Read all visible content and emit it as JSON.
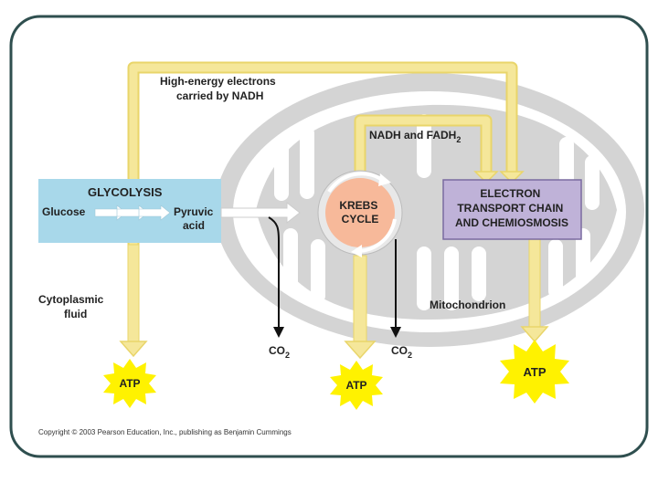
{
  "diagram": {
    "nadh_path_label": [
      "High-energy electrons",
      "carried by NADH"
    ],
    "fadh_path_label": {
      "main": "NADH and FADH",
      "sub": "2"
    },
    "glycolysis": {
      "title": "GLYCOLYSIS",
      "input": "Glucose",
      "output": [
        "Pyruvic",
        "acid"
      ]
    },
    "krebs": {
      "lines": [
        "KREBS",
        "CYCLE"
      ]
    },
    "etc": {
      "lines": [
        "ELECTRON",
        "TRANSPORT CHAIN",
        "AND CHEMIOSMOSIS"
      ]
    },
    "cytoplasm_label": [
      "Cytoplasmic",
      "fluid"
    ],
    "mitochondrion_label": "Mitochondrion",
    "co2": {
      "main": "CO",
      "sub": "2"
    },
    "atp_label": "ATP",
    "copyright": "Copyright © 2003 Pearson Education, Inc., publishing as Benjamin Cummings"
  },
  "colors": {
    "frame_stroke": "#2f4f4f",
    "pathway_yellow": "#f5e79a",
    "pathway_yellow_edge": "#e9d56a",
    "glycolysis_box": "#a8d8ea",
    "krebs_fill": "#f7b99a",
    "etc_box": "#bfb2d8",
    "etc_box_stroke": "#7a6ba0",
    "mitochondrion_gray": "#d4d4d4",
    "mitochondrion_inner": "#ffffff",
    "atp_burst": "#fff200",
    "co2_arrow": "#111111"
  }
}
